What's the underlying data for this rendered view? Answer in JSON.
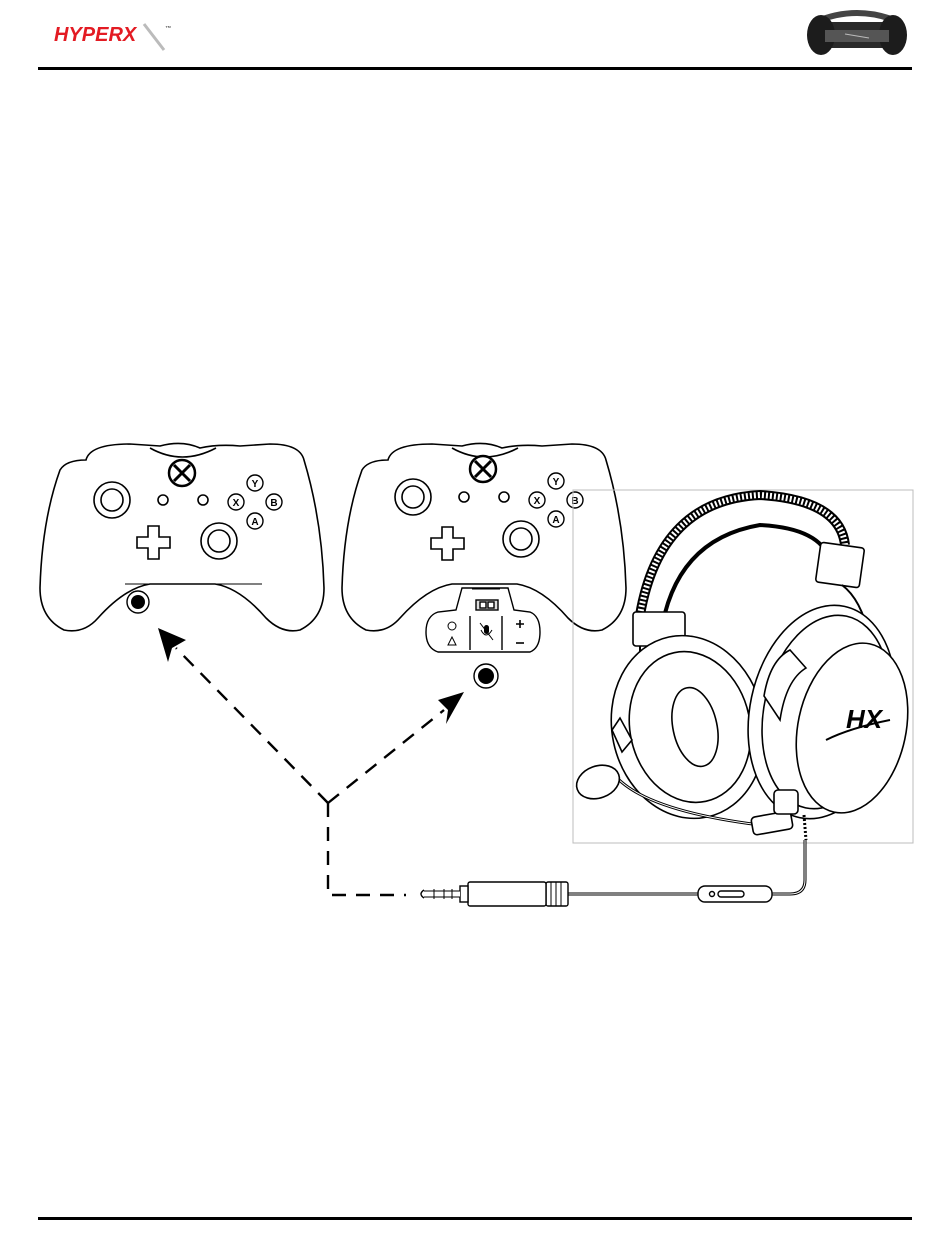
{
  "header": {
    "brand_wordmark": "HYPERX",
    "brand_color": "#e31b23"
  },
  "controllers": {
    "face_buttons": [
      "Y",
      "X",
      "B",
      "A"
    ]
  },
  "headset": {
    "earcup_logo": "HX"
  },
  "icons": [
    "xbox-logo-icon",
    "mute-mic-icon",
    "volume-plus-icon",
    "volume-minus-icon",
    "chat-balance-icon",
    "game-balance-icon"
  ]
}
